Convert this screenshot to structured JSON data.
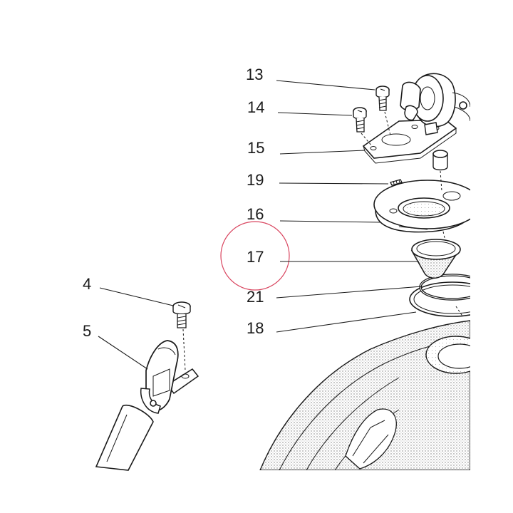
{
  "diagram": {
    "labels": {
      "p13": "13",
      "p14": "14",
      "p15": "15",
      "p19": "19",
      "p16": "16",
      "p17": "17",
      "p21": "21",
      "p18": "18",
      "p4": "4",
      "p5": "5"
    },
    "highlight_color": "#d9455f",
    "line_color": "#1a1a1a"
  }
}
